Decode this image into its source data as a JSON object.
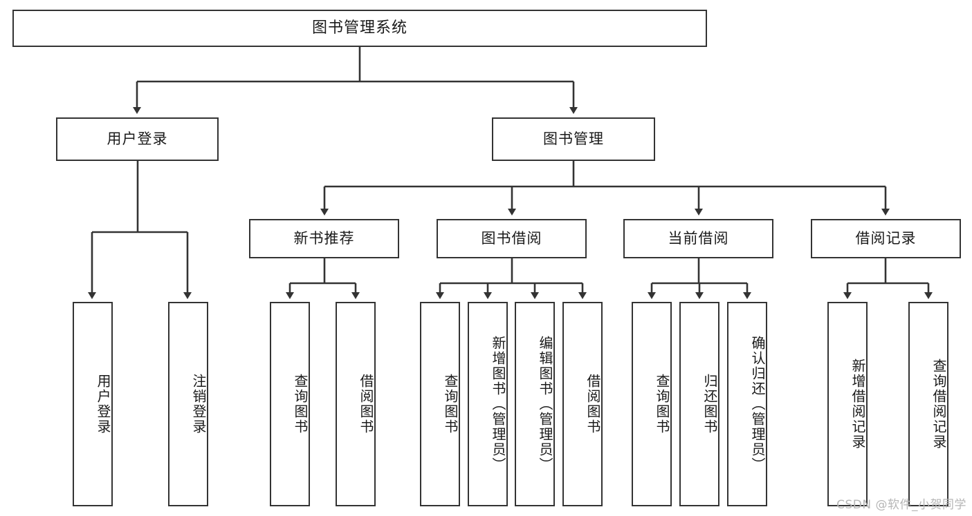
{
  "diagram": {
    "type": "tree-hierarchy",
    "title": "图书管理系统",
    "root": {
      "id": "root",
      "label": "图书管理系统"
    },
    "level1": [
      {
        "id": "user-login",
        "label": "用户登录"
      },
      {
        "id": "book-manage",
        "label": "图书管理"
      }
    ],
    "level2": [
      {
        "id": "new-book-recommend",
        "label": "新书推荐",
        "parent": "book-manage"
      },
      {
        "id": "book-borrow",
        "label": "图书借阅",
        "parent": "book-manage"
      },
      {
        "id": "current-borrow",
        "label": "当前借阅",
        "parent": "book-manage"
      },
      {
        "id": "borrow-record",
        "label": "借阅记录",
        "parent": "book-manage"
      }
    ],
    "leaves": {
      "user_login": [
        {
          "id": "leaf-user-login",
          "label": "用户登录"
        },
        {
          "id": "leaf-logout-login",
          "label": "注销登录"
        }
      ],
      "new_book_recommend": [
        {
          "id": "leaf-query-book-1",
          "label": "查询图书"
        },
        {
          "id": "leaf-borrow-book-1",
          "label": "借阅图书"
        }
      ],
      "book_borrow": [
        {
          "id": "leaf-query-book-2",
          "label": "查询图书"
        },
        {
          "id": "leaf-add-book",
          "label": "新增图书（管理员）"
        },
        {
          "id": "leaf-edit-book",
          "label": "编辑图书（管理员）"
        },
        {
          "id": "leaf-borrow-book-2",
          "label": "借阅图书"
        }
      ],
      "current_borrow": [
        {
          "id": "leaf-query-book-3",
          "label": "查询图书"
        },
        {
          "id": "leaf-return-book",
          "label": "归还图书"
        },
        {
          "id": "leaf-confirm-return",
          "label": "确认归还（管理员）"
        }
      ],
      "borrow_record": [
        {
          "id": "leaf-add-record",
          "label": "新增借阅记录"
        },
        {
          "id": "leaf-query-record",
          "label": "查询借阅记录"
        }
      ]
    }
  },
  "watermark": {
    "text": "CSDN @软件_小贺同学"
  },
  "colors": {
    "stroke": "#333333",
    "background": "#ffffff",
    "text": "#1a1a1a",
    "watermark": "#b6b6b6"
  }
}
